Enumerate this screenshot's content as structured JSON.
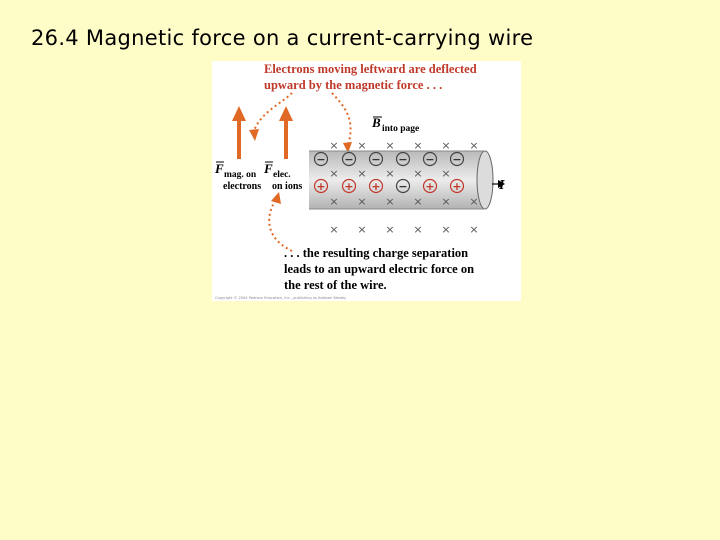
{
  "slide": {
    "title": "26.4 Magnetic force on a current-carrying wire"
  },
  "figure": {
    "top_caption": [
      "Electrons moving leftward are deflected",
      "upward by the magnetic force . . ."
    ],
    "bottom_caption": [
      ". . . the resulting charge separation",
      "leads to an upward electric force on",
      "the rest of the wire."
    ],
    "b_field": {
      "symbol": "B",
      "subscript": "into page"
    },
    "current_label": "I",
    "f_mag": {
      "symbol": "F",
      "subscript": "mag. on",
      "line2": "electrons"
    },
    "f_elec": {
      "symbol": "F",
      "subscript": "elec.",
      "line2": "on ions"
    },
    "electron_sign": "−",
    "ion_sign": "+",
    "field_mark": "×",
    "copyright": "Copyright © 2004 Pearson Education, Inc., publishing as Addison Wesley",
    "colors": {
      "arrow": "#e06a25",
      "charge": "#c0392b",
      "caption": "#c0392b",
      "wire": "#d8d8d8"
    }
  }
}
